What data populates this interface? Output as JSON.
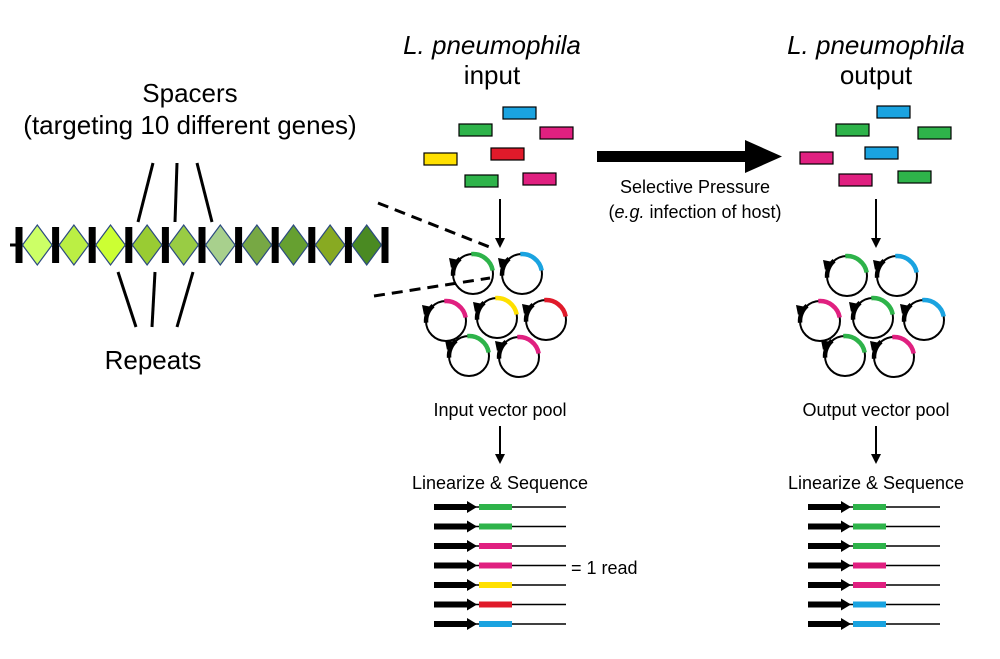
{
  "spacers": {
    "title": "Spacers",
    "subtitle": "(targeting 10 different genes)",
    "repeats_label": "Repeats",
    "diamond_colors": [
      "#ccff66",
      "#bbef44",
      "#ccff33",
      "#99cc33",
      "#99cc44",
      "#a8d08d",
      "#77a844",
      "#66a030",
      "#88aa22",
      "#4a8a22"
    ]
  },
  "input": {
    "title_species": "L. pneumophila",
    "title_word": "input",
    "pool_label": "Input vector pool",
    "sequence_label": "Linearize & Sequence",
    "read_label": "= 1 read",
    "gene_colors": [
      "#2eb34a",
      "#1aa3e0",
      "#e02080",
      "#ffe000",
      "#e01a2a",
      "#2eb34a",
      "#e02080"
    ],
    "plasmid_colors": [
      "#2eb34a",
      "#1aa3e0",
      "#e02080",
      "#ffe000",
      "#e01a2a",
      "#2eb34a",
      "#e02080"
    ],
    "read_colors": [
      "#2eb34a",
      "#2eb34a",
      "#e02080",
      "#e02080",
      "#ffe000",
      "#e01a2a",
      "#1aa3e0"
    ]
  },
  "arrow": {
    "label_line1": "Selective Pressure",
    "label_line2_italic": "e.g.",
    "label_line2_rest": " infection of host)",
    "label_line2_open": "("
  },
  "output": {
    "title_species": "L. pneumophila",
    "title_word": "output",
    "pool_label": "Output vector pool",
    "sequence_label": "Linearize & Sequence",
    "gene_colors": [
      "#2eb34a",
      "#1aa3e0",
      "#2eb34a",
      "#e02080",
      "#1aa3e0",
      "#e02080",
      "#2eb34a"
    ],
    "plasmid_colors": [
      "#2eb34a",
      "#1aa3e0",
      "#e02080",
      "#2eb34a",
      "#1aa3e0",
      "#2eb34a",
      "#e02080"
    ],
    "read_colors": [
      "#2eb34a",
      "#2eb34a",
      "#2eb34a",
      "#e02080",
      "#e02080",
      "#1aa3e0",
      "#1aa3e0"
    ]
  }
}
